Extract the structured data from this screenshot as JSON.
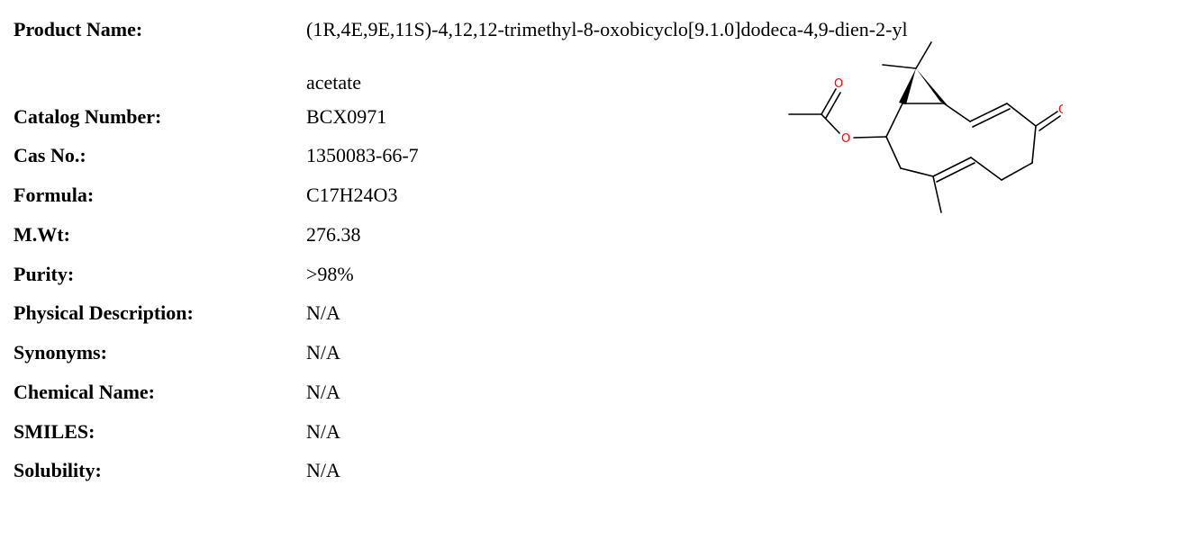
{
  "product": {
    "fields": [
      {
        "label": "Product Name:",
        "value": "(1R,4E,9E,11S)-4,12,12-trimethyl-8-oxobicyclo[9.1.0]dodeca-4,9-dien-2-yl",
        "value_line2": "acetate"
      },
      {
        "label": "Catalog Number:",
        "value": "BCX0971"
      },
      {
        "label": "Cas No.:",
        "value": "1350083-66-7"
      },
      {
        "label": "Formula:",
        "value": "C17H24O3"
      },
      {
        "label": "M.Wt:",
        "value": "276.38"
      },
      {
        "label": "Purity:",
        "value": ">98%"
      },
      {
        "label": "Physical Description:",
        "value": "N/A"
      },
      {
        "label": "Synonyms:",
        "value": "N/A"
      },
      {
        "label": "Chemical Name:",
        "value": "N/A"
      },
      {
        "label": "SMILES:",
        "value": "N/A"
      },
      {
        "label": "Solubility:",
        "value": "N/A"
      }
    ]
  },
  "structure": {
    "atoms": [
      {
        "symbol": "O"
      },
      {
        "symbol": "O"
      },
      {
        "symbol": "O"
      }
    ],
    "colors": {
      "bond": "#000000",
      "oxygen": "#ff0000"
    }
  }
}
